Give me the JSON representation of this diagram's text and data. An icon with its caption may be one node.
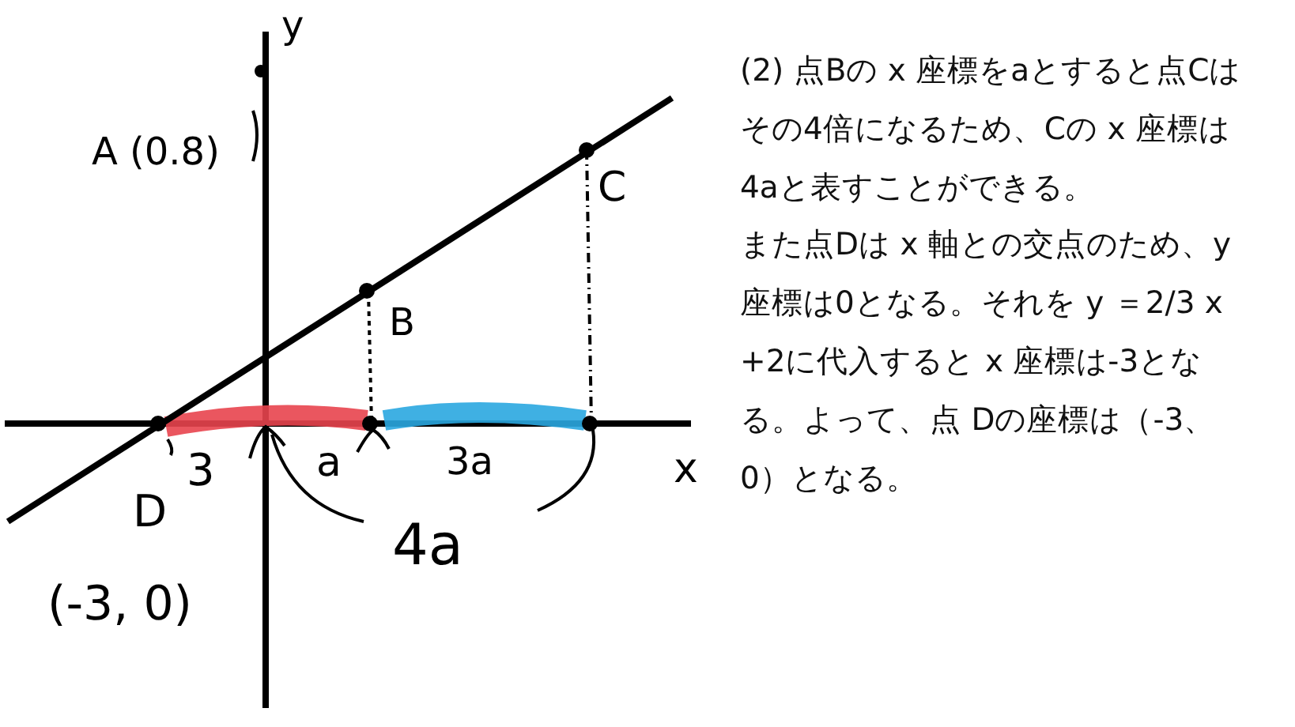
{
  "diagram": {
    "labels": [
      "y",
      "A (0.8)",
      "C",
      "B",
      "3",
      "a",
      "3a",
      "x",
      "D",
      "4a",
      "(-3, 0)",
      "(2) 点Bの x 座標をaとすると点Cはその4倍になるため、Cの x 座標は4aと表すことができる。",
      "また点Dは x 軸との交点のため、y 座標は0となる。それを y ＝2/3 x +2に代入すると x 座標は-3となる。よって、点 Dの座標は（-3、0）となる。"
    ]
  }
}
